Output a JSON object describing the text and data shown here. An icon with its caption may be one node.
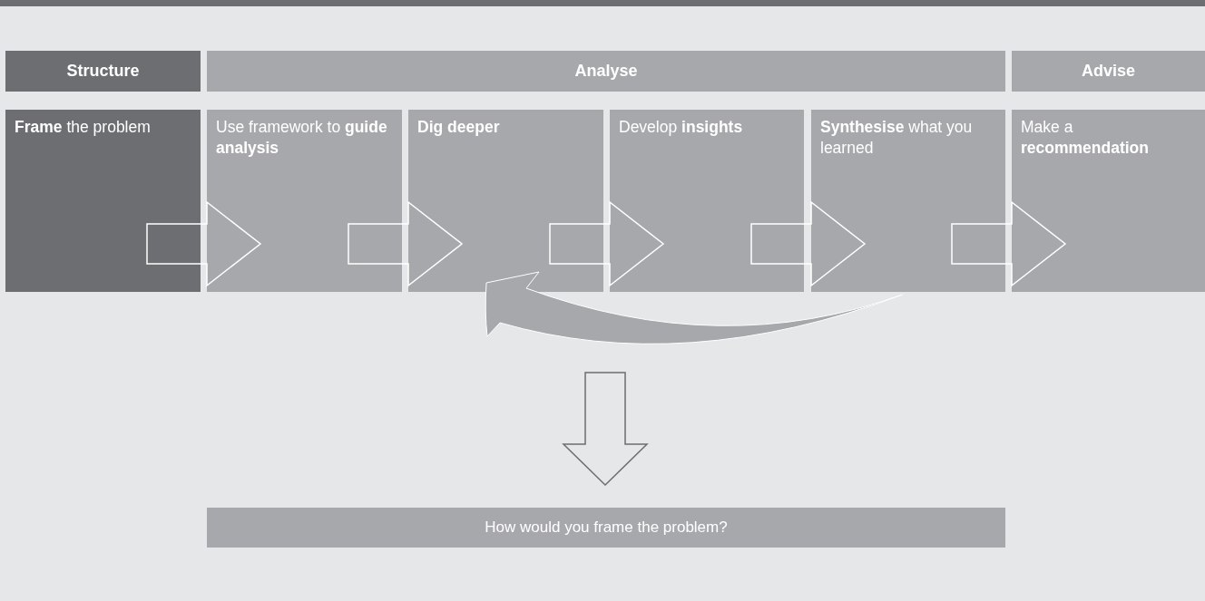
{
  "diagram": {
    "nodes": [
      {
        "text": [
          "Structure"
        ]
      },
      {
        "text": [
          "Analyse"
        ]
      },
      {
        "text": [
          "Advise"
        ]
      },
      {
        "text": [
          "**Frame** the problem"
        ]
      },
      {
        "text": [
          "Use framework to **guide analysis**"
        ]
      },
      {
        "text": [
          "**Dig deeper**"
        ]
      },
      {
        "text": [
          "Develop **insights**"
        ]
      },
      {
        "text": [
          "**Synthesise** what you learned"
        ]
      },
      {
        "text": [
          "Make a **recommendation**"
        ]
      },
      {
        "text": [
          "How would you frame the problem?"
        ]
      }
    ],
    "edges": [
      {
        "from": 3,
        "to": 4,
        "arrow": "to"
      },
      {
        "from": 4,
        "to": 5,
        "arrow": "to"
      },
      {
        "from": 5,
        "to": 6,
        "arrow": "to"
      },
      {
        "from": 6,
        "to": 7,
        "arrow": "to"
      },
      {
        "from": 7,
        "to": 8,
        "arrow": "to"
      },
      {
        "from": 7,
        "to": 5,
        "arrow": "to",
        "style": "thick"
      },
      {
        "from": null,
        "to": 9,
        "arrow": "to",
        "color": "#6d6e71"
      }
    ]
  }
}
